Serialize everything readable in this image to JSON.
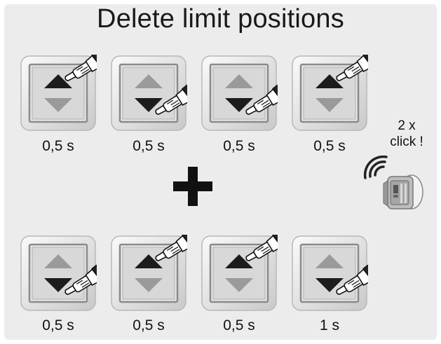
{
  "title": "Delete limit positions",
  "operator": "+",
  "top_row": [
    {
      "pressed": "up",
      "duration": "0,5 s"
    },
    {
      "pressed": "down",
      "duration": "0,5 s"
    },
    {
      "pressed": "down",
      "duration": "0,5 s"
    },
    {
      "pressed": "up",
      "duration": "0,5 s"
    }
  ],
  "bottom_row": [
    {
      "pressed": "down",
      "duration": "0,5 s"
    },
    {
      "pressed": "up",
      "duration": "0,5 s"
    },
    {
      "pressed": "up",
      "duration": "0,5 s"
    },
    {
      "pressed": "down",
      "duration": "1 s"
    }
  ],
  "remote": {
    "count_label": "2 x",
    "action_label": "click !"
  },
  "icons": {
    "hand": "pointing-hand-icon",
    "arrow_up": "arrow-up-icon",
    "arrow_down": "arrow-down-icon",
    "signal": "radio-signal-icon",
    "device": "remote-device-icon"
  },
  "colors": {
    "panel": "#ececec",
    "arrow_inactive": "#9a9a9a",
    "arrow_active": "#1c1c1c"
  }
}
